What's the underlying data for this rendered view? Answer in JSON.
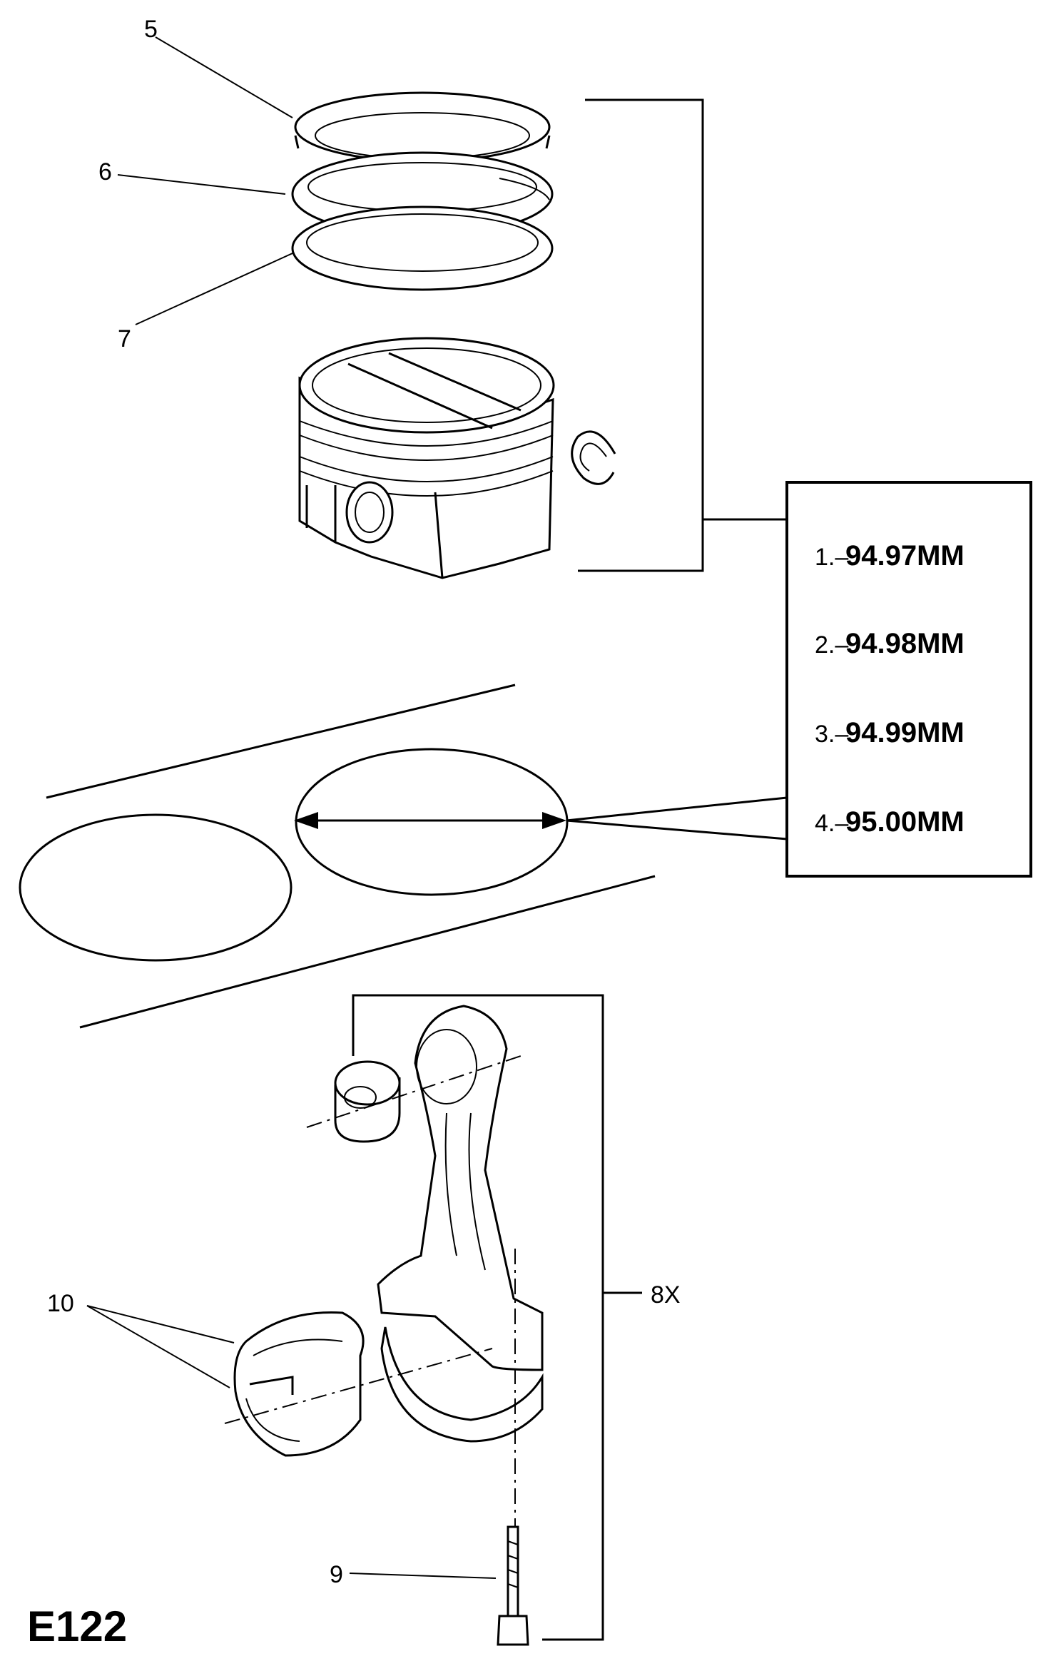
{
  "diagram": {
    "figure_id": "E122",
    "callouts": {
      "ring_top": "5",
      "ring_second": "6",
      "ring_oil": "7",
      "connecting_rod_assembly": "8X",
      "rod_bolt": "9",
      "bearing_shells": "10"
    },
    "bore_sizes": [
      {
        "prefix": "1.–",
        "value": "94.97MM"
      },
      {
        "prefix": "2.–",
        "value": "94.98MM"
      },
      {
        "prefix": "3.–",
        "value": "94.99MM"
      },
      {
        "prefix": "4.–",
        "value": "95.00MM"
      }
    ]
  }
}
